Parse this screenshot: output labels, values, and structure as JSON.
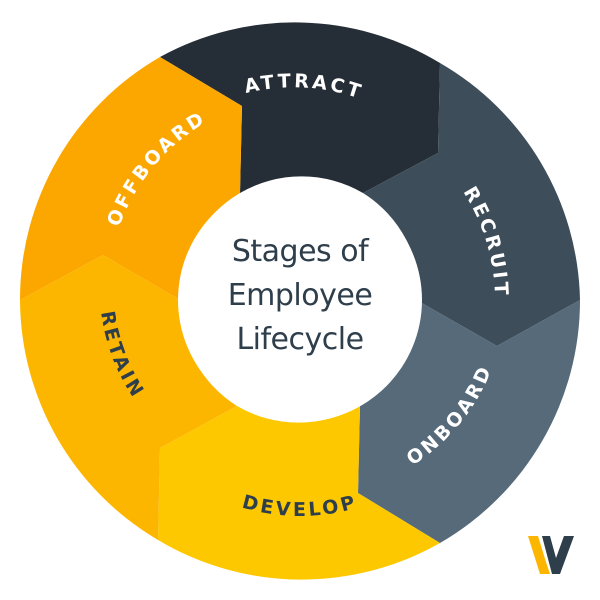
{
  "diagram": {
    "title_lines": [
      "Stages of",
      "Employee",
      "Lifecycle"
    ],
    "stages": [
      {
        "label": "ATTRACT",
        "color": "#252d37",
        "text_color": "#ffffff"
      },
      {
        "label": "RECRUIT",
        "color": "#3d4d59",
        "text_color": "#ffffff"
      },
      {
        "label": "ONBOARD",
        "color": "#566a7a",
        "text_color": "#ffffff"
      },
      {
        "label": "DEVELOP",
        "color": "#fdc800",
        "text_color": "#2e3e4b"
      },
      {
        "label": "RETAIN",
        "color": "#fdb600",
        "text_color": "#2e3e4b"
      },
      {
        "label": "OFFBOARD",
        "color": "#fca700",
        "text_color": "#ffffff"
      }
    ],
    "center_text_color": "#2e3e4b",
    "logo": {
      "name": "W-logo",
      "colors": [
        "#fdb600",
        "#2e3e4b"
      ]
    }
  }
}
